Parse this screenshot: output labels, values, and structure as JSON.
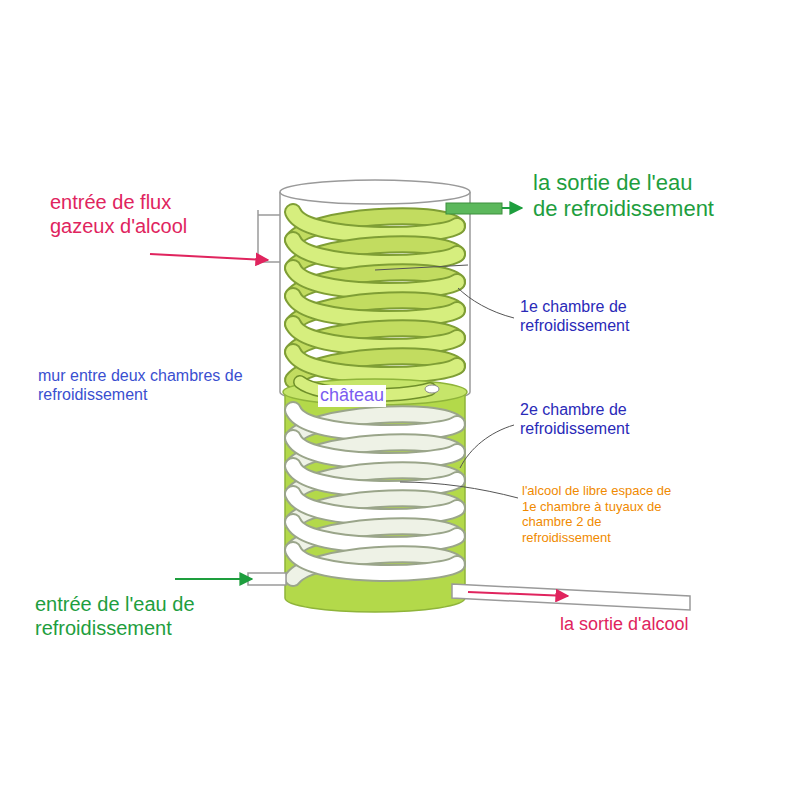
{
  "diagram": {
    "labels": [
      "entrée de flux gazeux d'alcool",
      "la sortie de l'eau de refroidissement",
      "1e chambre de refroidissement",
      "mur entre deux chambres de refroidissement",
      "château",
      "2e chambre de refroidissement",
      "l'alcool de libre espace de 1e chambre à tuyaux de chambre 2 de refroidissement",
      "entrée de l'eau de refroidissement",
      "la sortie d'alcool"
    ]
  }
}
